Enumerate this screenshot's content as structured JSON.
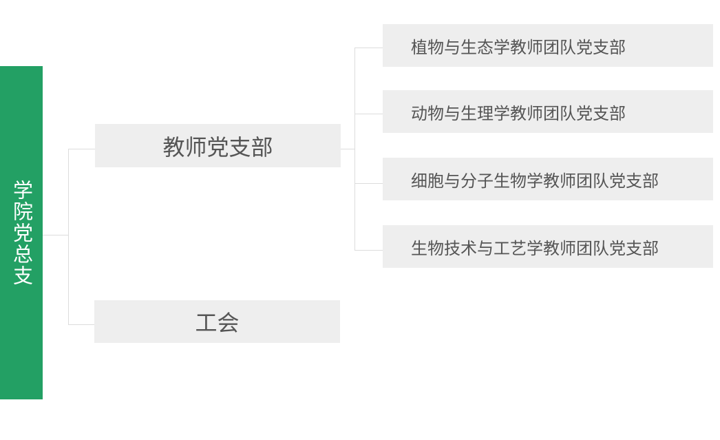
{
  "root": {
    "label": "学院党总支",
    "color": "#23a064"
  },
  "level1": [
    {
      "label": "教师党支部",
      "children": [
        "植物与生态学教师团队党支部",
        "动物与生理学教师团队党支部",
        "细胞与分子生物学教师团队党支部",
        "生物技术与工艺学教师团队党支部"
      ]
    },
    {
      "label": "工会",
      "children": []
    }
  ],
  "colors": {
    "node_background": "#eeeeee",
    "node_text": "#555555",
    "connector": "#dcdcdc"
  }
}
